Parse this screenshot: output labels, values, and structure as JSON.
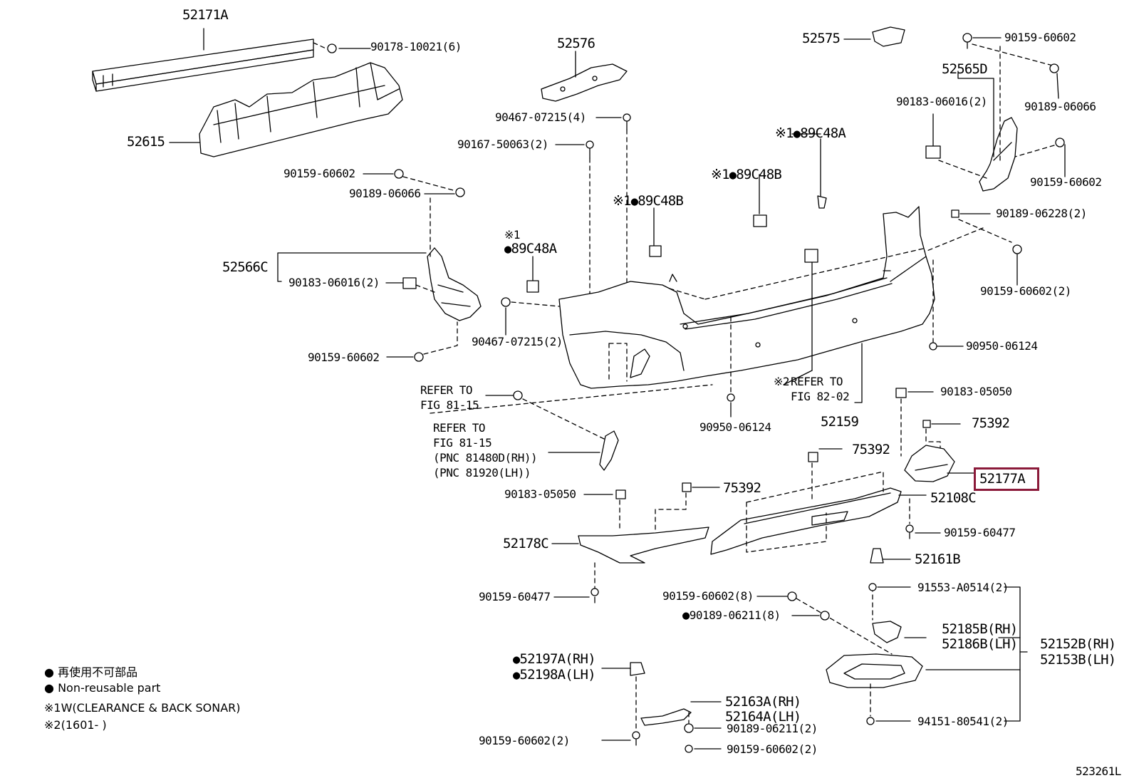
{
  "labels": {
    "p52171A": "52171A",
    "p90178": "90178-10021(6)",
    "p52615": "52615",
    "p52576": "52576",
    "p90467a": "90467-07215(4)",
    "p90167": "90167-50063(2)",
    "p52575": "52575",
    "p90159_tr": "90159-60602",
    "p52565D": "52565D",
    "p90183_tr": "90183-06016(2)",
    "p90189_tr": "90189-06066",
    "p89C48A_top": "89C48A",
    "p90159_tr2": "90159-60602",
    "p89C48B_mid": "89C48B",
    "p90189_06228": "90189-06228(2)",
    "p90159_l1": "90159-60602",
    "p90189_l1": "90189-06066",
    "p89C48B_l": "89C48B",
    "p89C48A_l": "89C48A",
    "p52566C": "52566C",
    "p90183_l": "90183-06016(2)",
    "p90159_r2": "90159-60602(2)",
    "p90467b": "90467-07215(2)",
    "p90950_r": "90950-06124",
    "p90159_l2": "90159-60602",
    "p90183_05050_r": "90183-05050",
    "p75392_a": "75392",
    "p90950_b": "90950-06124",
    "p52159": "52159",
    "p75392_b": "75392",
    "p52177A": "52177A",
    "p90183_05050_l": "90183-05050",
    "p75392_c": "75392",
    "p52108C": "52108C",
    "p90159_60477_r": "90159-60477",
    "p52178C": "52178C",
    "p52161B": "52161B",
    "p90159_60477_l": "90159-60477",
    "p91553": "91553-A0514(2)",
    "p90159_8": "90159-60602(8)",
    "p90189_8": "90189-06211(8)",
    "p52185B": "52185B(RH)",
    "p52186B": "52186B(LH)",
    "p52152B": "52152B(RH)",
    "p52153B": "52153B(LH)",
    "p52197A": "52197A(RH)",
    "p52198A": "52198A(LH)",
    "p52163A": "52163A(RH)",
    "p52164A": "52164A(LH)",
    "p94151": "94151-80541(2)",
    "p90189_06211_2": "90189-06211(2)",
    "p90159_b1": "90159-60602(2)",
    "p90159_b2": "90159-60602(2)",
    "fig_id": "523261L"
  },
  "marks": {
    "note1": "※1",
    "note2": "※2",
    "dot": "●"
  },
  "refs": {
    "ref1": "REFER TO\nFIG 81-15",
    "ref2": "REFER TO\nFIG 81-15\n(PNC 81480D(RH))\n(PNC 81920(LH))",
    "ref3": "REFER TO\nFIG 82-02"
  },
  "legend": {
    "line1": "再使用不可部品",
    "line2": "Non-reusable part",
    "line3": "W(CLEARANCE & BACK SONAR)",
    "line4": "(1601-        )"
  },
  "colors": {
    "highlight": "#8b1a3a",
    "line": "#000000"
  }
}
